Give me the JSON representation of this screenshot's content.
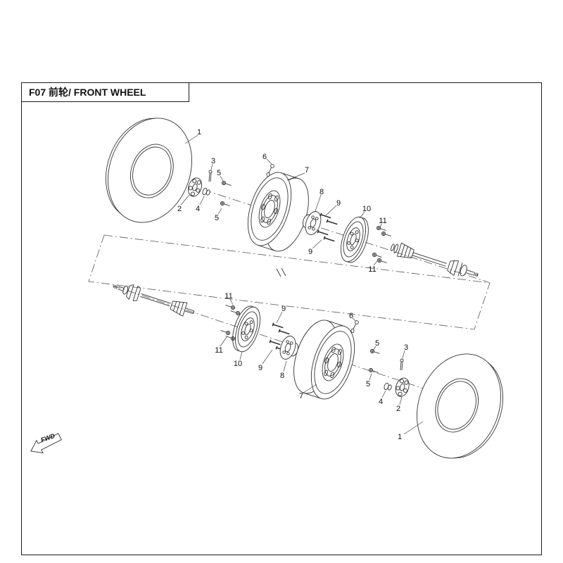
{
  "title": "F07 前轮/ FRONT WHEEL",
  "fwd_label": "FWD",
  "callouts": {
    "top": [
      "1",
      "2",
      "3",
      "4",
      "5",
      "5",
      "6",
      "7",
      "8",
      "9",
      "9",
      "10",
      "11",
      "11"
    ],
    "bottom": [
      "11",
      "11",
      "10",
      "9",
      "9",
      "8",
      "7",
      "6",
      "5",
      "5",
      "3",
      "4",
      "2",
      "1"
    ]
  },
  "colors": {
    "line": "#333333",
    "frame": "#1a1a1a",
    "background": "#ffffff"
  }
}
